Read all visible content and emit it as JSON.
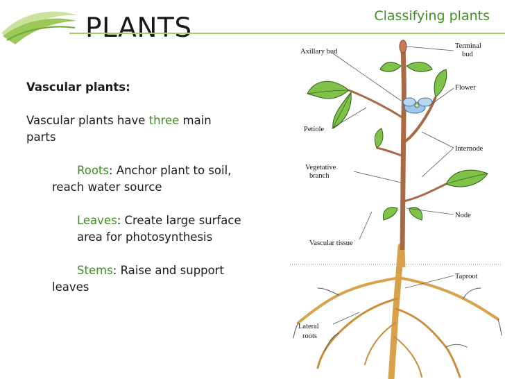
{
  "header": {
    "title": "PLANTS",
    "subtitle": "Classifying plants"
  },
  "content": {
    "heading": "Vascular plants:",
    "intro_prefix": "Vascular plants have ",
    "intro_highlight": "three",
    "intro_line1_end": " main",
    "intro_line2": "parts",
    "items": [
      {
        "term": "Roots",
        "line1": ": Anchor plant to soil,",
        "line2": "reach water source"
      },
      {
        "term": "Leaves",
        "line1": ": Create large surface",
        "line2": "area for photosynthesis"
      },
      {
        "term": "Stems",
        "line1": ": Raise and support",
        "line2": "leaves"
      }
    ]
  },
  "diagram": {
    "labels": {
      "axillary_bud": "Axillary bud",
      "terminal_bud_1": "Terminal",
      "terminal_bud_2": "bud",
      "flower": "Flower",
      "petiole": "Petiole",
      "internode": "Internode",
      "vegetative_1": "Vegetative",
      "vegetative_2": "branch",
      "node": "Node",
      "vascular_tissue": "Vascular tissue",
      "taproot": "Taproot",
      "lateral_1": "Lateral",
      "lateral_2": "roots"
    }
  },
  "colors": {
    "accent_green": "#3f8f1f",
    "leaf_green": "#7fc24a",
    "stem_brown": "#a86a42",
    "root_tan": "#d9a24a",
    "flower_blue": "#9fc6ea"
  }
}
